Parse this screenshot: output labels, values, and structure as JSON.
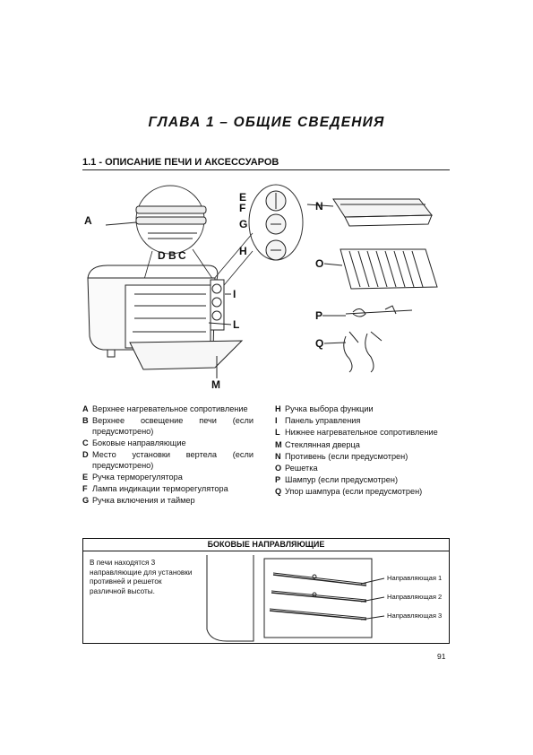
{
  "chapter_title": "ГЛАВА 1 – ОБЩИЕ СВЕДЕНИЯ",
  "section_title": "1.1 - ОПИСАНИЕ ПЕЧИ И АКСЕССУАРОВ",
  "diagram": {
    "labels": [
      "A",
      "D",
      "B",
      "C",
      "E",
      "F",
      "G",
      "H",
      "I",
      "L",
      "M",
      "N",
      "O",
      "P",
      "Q"
    ]
  },
  "legend_left": [
    {
      "key": "A",
      "text": "Верхнее нагревательное сопротивление"
    },
    {
      "key": "B",
      "text": "Верхнее освещение печи (если предусмотрено)"
    },
    {
      "key": "C",
      "text": "Боковые направляющие"
    },
    {
      "key": "D",
      "text": "Место установки вертела (если предусмотрено)"
    },
    {
      "key": "E",
      "text": "Ручка терморегулятора"
    },
    {
      "key": "F",
      "text": "Лампа индикации терморегулятора"
    },
    {
      "key": "G",
      "text": "Ручка включения и таймер"
    }
  ],
  "legend_right": [
    {
      "key": "H",
      "text": "Ручка выбора функции"
    },
    {
      "key": "I",
      "text": "Панель управления"
    },
    {
      "key": "L",
      "text": "Нижнее нагревательное сопротивление"
    },
    {
      "key": "M",
      "text": "Стеклянная дверца"
    },
    {
      "key": "N",
      "text": "Противень (если предусмотрен)"
    },
    {
      "key": "O",
      "text": "Решетка"
    },
    {
      "key": "P",
      "text": "Шампур (если предусмотрен)"
    },
    {
      "key": "Q",
      "text": "Упор шампура (если предусмотрен)"
    }
  ],
  "guides_box": {
    "title": "БОКОВЫЕ НАПРАВЛЯЮЩИЕ",
    "text": "В печи находятся 3 направляющие для установки противней и решеток различной высоты.",
    "guides": [
      "Направляющая 1",
      "Направляющая 2",
      "Направляющая 3"
    ]
  },
  "page_number": "91"
}
